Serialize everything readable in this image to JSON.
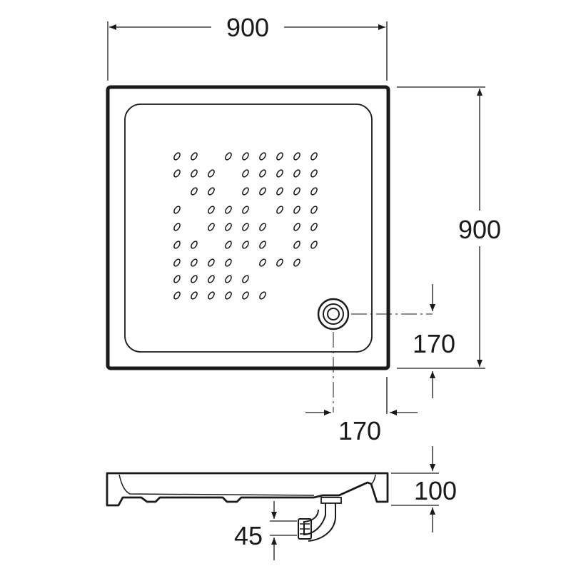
{
  "dimensions": {
    "top_width": "900",
    "right_height": "900",
    "drain_offset_vertical": "170",
    "drain_offset_horizontal": "170",
    "tray_height": "100",
    "outlet_height": "45"
  },
  "features": {
    "anti_slip_pattern": "oval-dots",
    "drain": "round-drain-icon"
  },
  "colors": {
    "line": "#1a1a1a",
    "background": "#ffffff"
  }
}
